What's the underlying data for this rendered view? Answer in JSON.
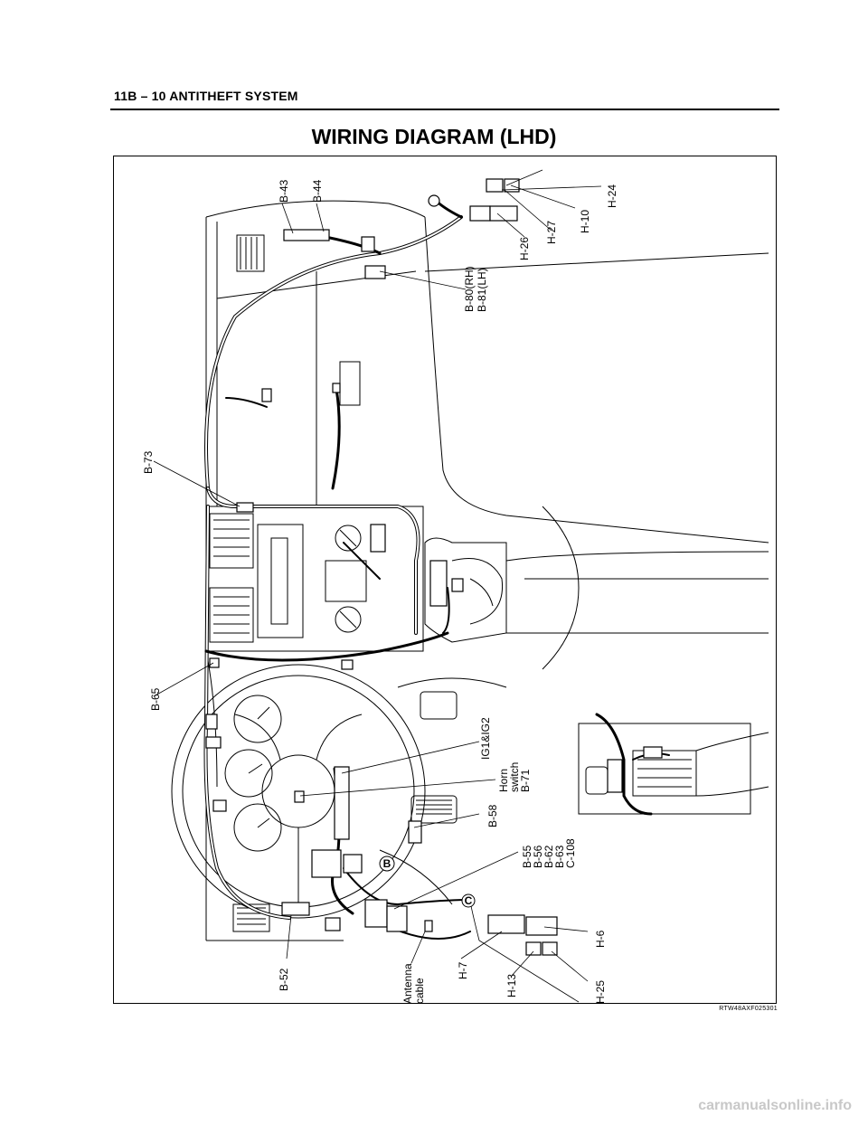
{
  "header": {
    "title": "11B – 10  ANTITHEFT SYSTEM"
  },
  "diagram": {
    "title": "WIRING DIAGRAM (LHD)",
    "figure_code": "RTW48AXF025301",
    "labels": {
      "b43": "B-43",
      "b44": "B-44",
      "h26": "H-26",
      "h27": "H-27",
      "h10": "H-10",
      "h24": "H-24",
      "b80": "B-80(RH)",
      "b81": "B-81(LH)",
      "b73": "B-73",
      "b65": "B-65",
      "ig": "IG1&IG2",
      "horn1": "Horn",
      "horn2": "switch",
      "horn3": "B-71",
      "b58": "B-58",
      "bl1": "B-55",
      "bl2": "B-56",
      "bl3": "B-62",
      "bl4": "B-63",
      "bl5": "C-108",
      "h6": "H-6",
      "h7": "H-7",
      "h13": "H-13",
      "h25": "H-25",
      "b52": "B-52",
      "ant1": "Antenna",
      "ant2": "cable",
      "callout_b": "B",
      "callout_c": "C"
    }
  },
  "watermark": "carmanualsonline.info"
}
